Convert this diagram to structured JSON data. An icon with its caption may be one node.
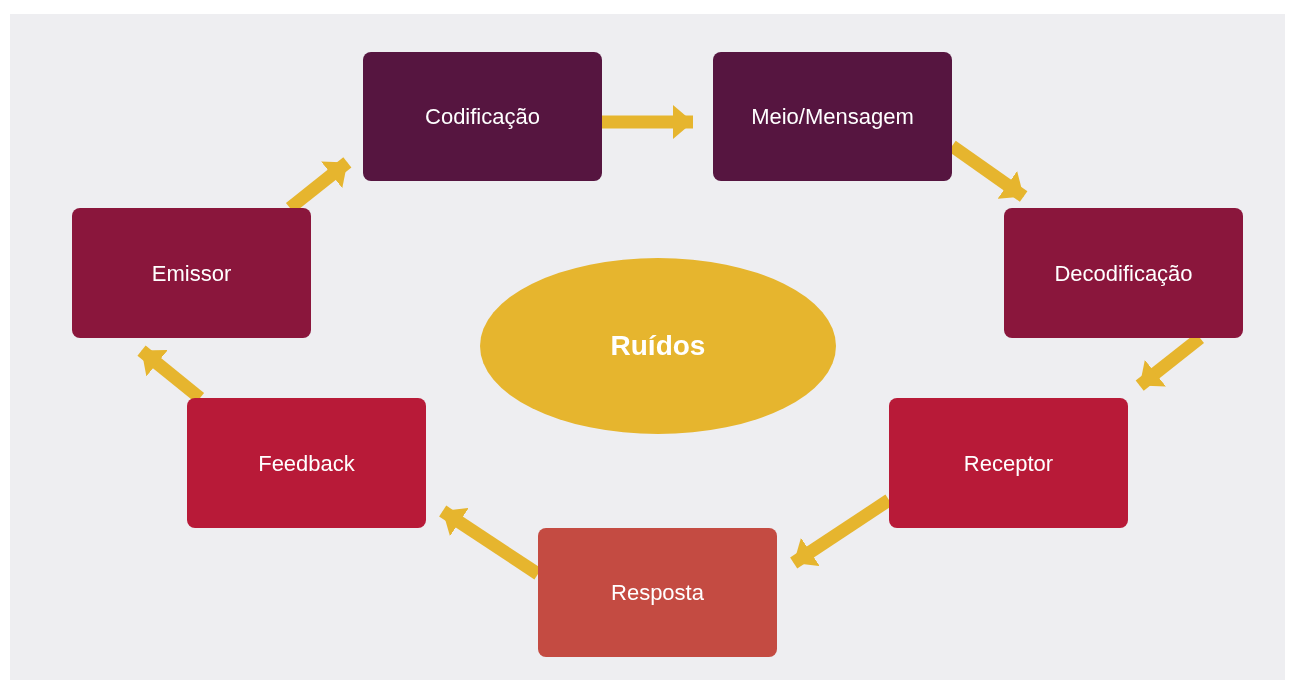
{
  "diagram": {
    "nodes": [
      {
        "text": [
          "Codificação"
        ]
      },
      {
        "text": [
          "Meio/Mensagem"
        ]
      },
      {
        "text": [
          "Emissor"
        ]
      },
      {
        "text": [
          "Decodificação"
        ]
      },
      {
        "text": [
          "Ruídos"
        ]
      },
      {
        "text": [
          "Feedback"
        ]
      },
      {
        "text": [
          "Receptor"
        ]
      },
      {
        "text": [
          "Resposta"
        ]
      }
    ],
    "edges": [
      {
        "from": 2,
        "to": 0,
        "arrow": "to"
      },
      {
        "from": 0,
        "to": 1,
        "arrow": "to"
      },
      {
        "from": 1,
        "to": 3,
        "arrow": "to"
      },
      {
        "from": 3,
        "to": 6,
        "arrow": "to"
      },
      {
        "from": 6,
        "to": 7,
        "arrow": "to"
      },
      {
        "from": 7,
        "to": 5,
        "arrow": "to"
      },
      {
        "from": 5,
        "to": 2,
        "arrow": "to"
      }
    ]
  }
}
